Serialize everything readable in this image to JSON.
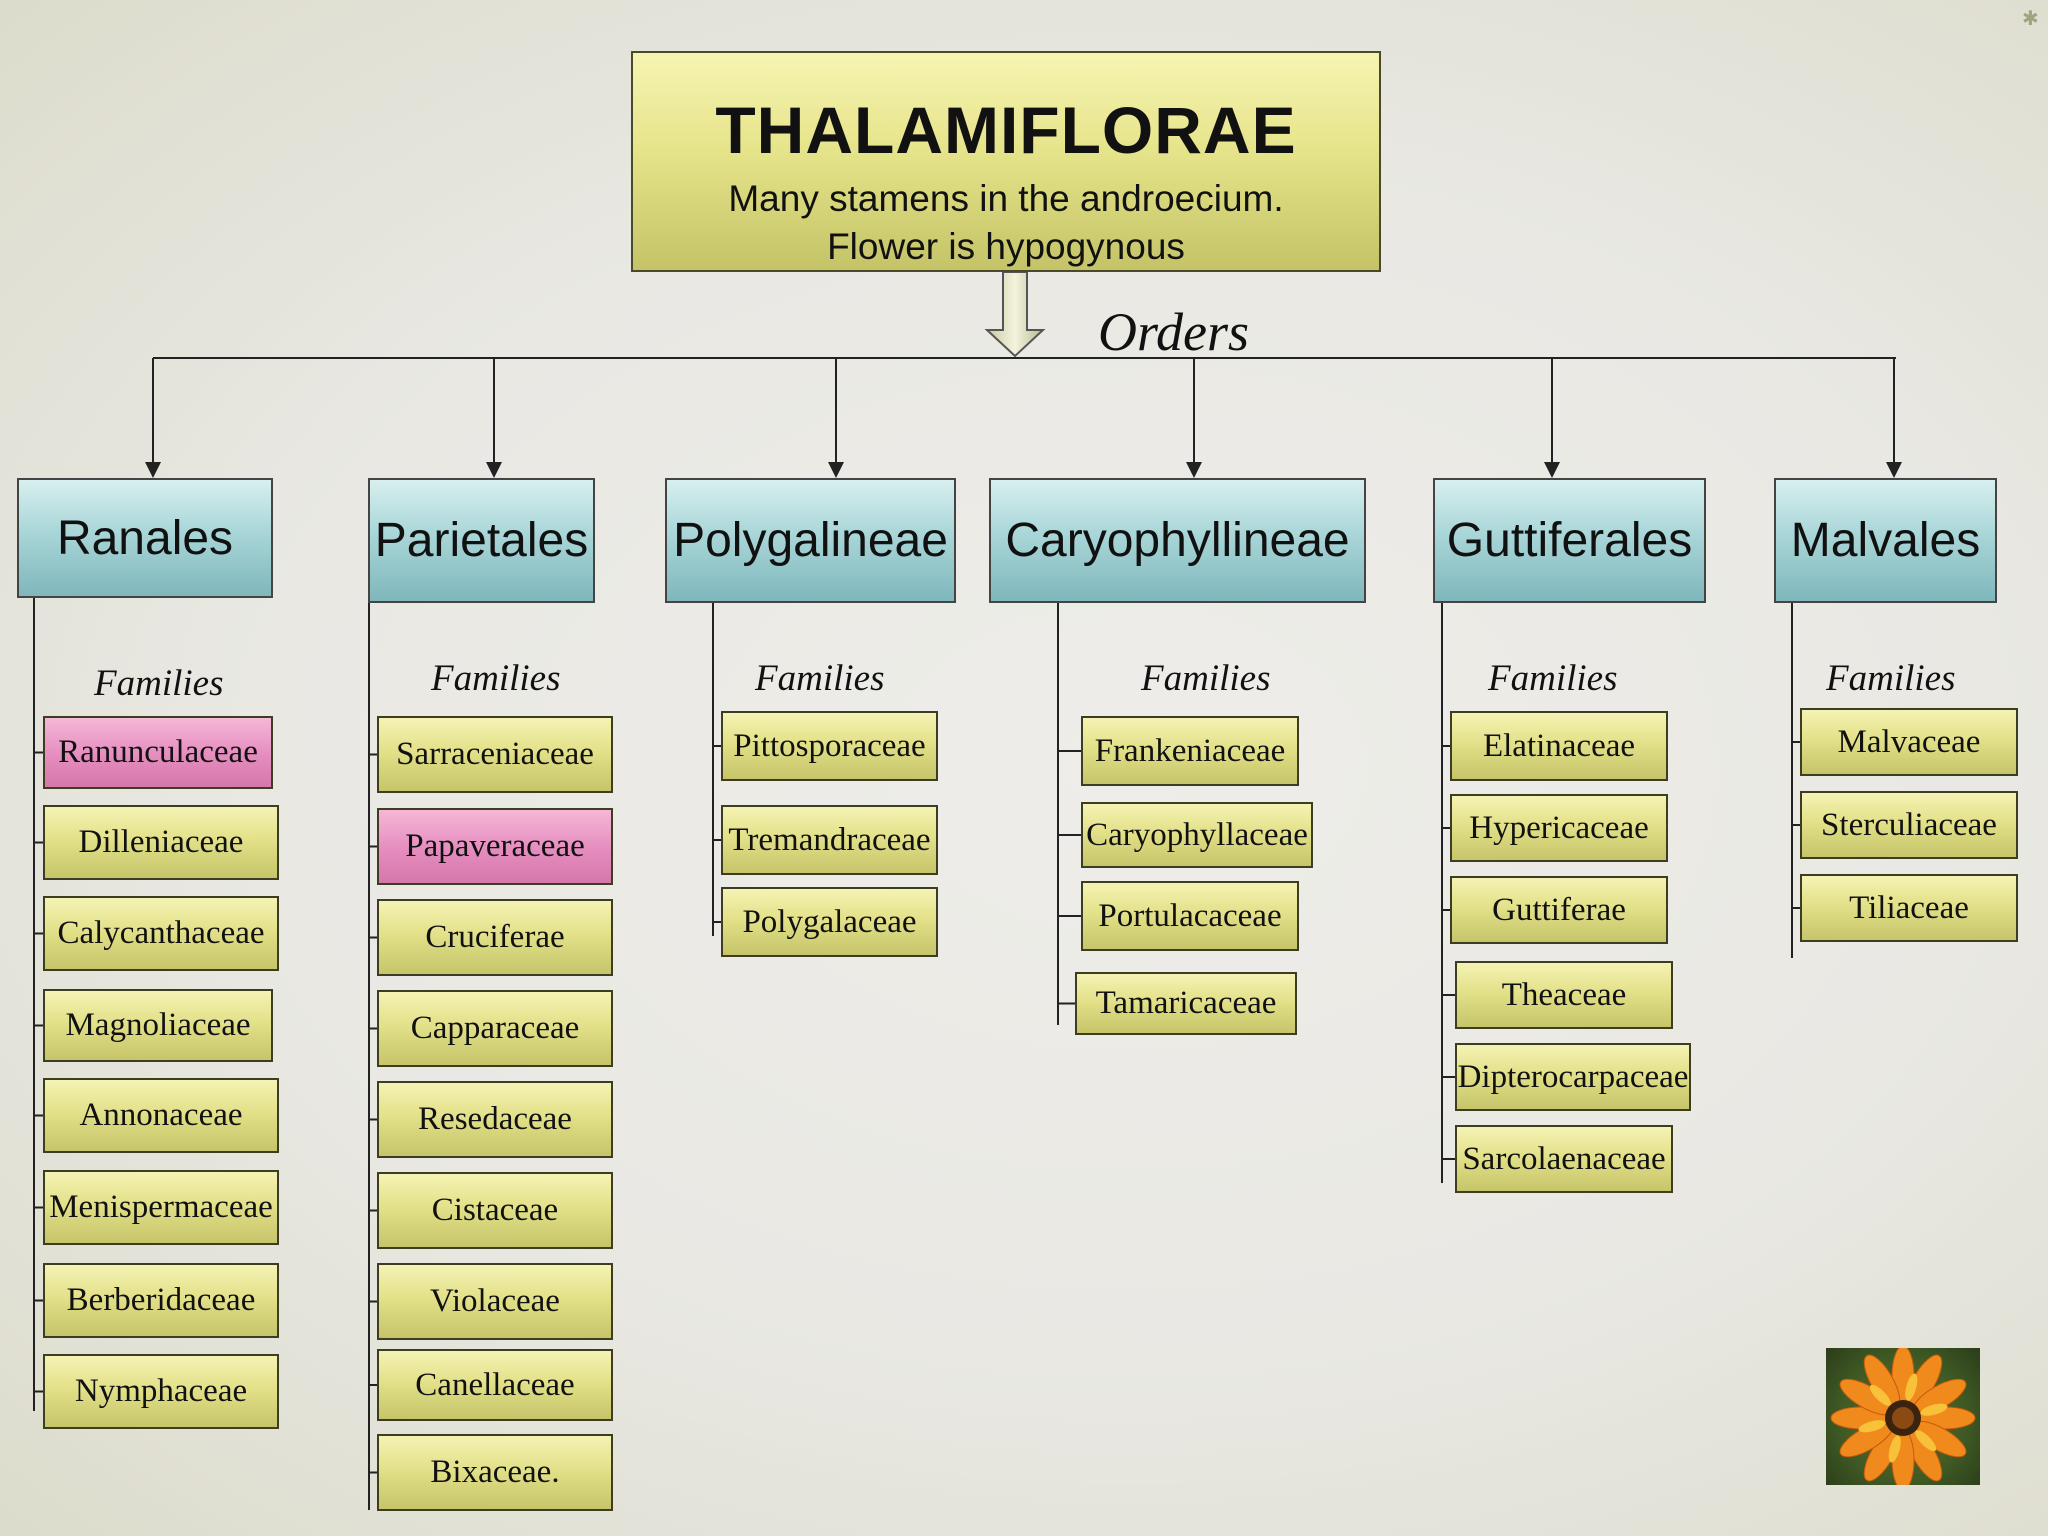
{
  "title": {
    "heading": "THALAMIFLORAE",
    "line1": "Many stamens in the androecium.",
    "line2": "Flower is hypogynous"
  },
  "orders_label": "Orders",
  "families_label": "Families",
  "colors": {
    "order_box": "#a9d6d8",
    "family_box": "#e3e189",
    "highlight_box": "#e58cbf",
    "title_box": "#e6e48a"
  },
  "orders": [
    {
      "name": "Ranales",
      "families": [
        {
          "name": "Ranunculaceae",
          "highlight": true
        },
        {
          "name": "Dilleniaceae"
        },
        {
          "name": "Calycanthaceae"
        },
        {
          "name": "Magnoliaceae"
        },
        {
          "name": "Annonaceae"
        },
        {
          "name": "Menispermaceae"
        },
        {
          "name": "Berberidaceae"
        },
        {
          "name": "Nymphaceae"
        }
      ]
    },
    {
      "name": "Parietales",
      "families": [
        {
          "name": "Sarraceniaceae"
        },
        {
          "name": "Papaveraceae",
          "highlight": true
        },
        {
          "name": "Cruciferae"
        },
        {
          "name": "Capparaceae"
        },
        {
          "name": "Resedaceae"
        },
        {
          "name": "Cistaceae"
        },
        {
          "name": "Violaceae"
        },
        {
          "name": "Canellaceae"
        },
        {
          "name": "Bixaceae."
        }
      ]
    },
    {
      "name": "Polygalineae",
      "families": [
        {
          "name": "Pittosporaceae"
        },
        {
          "name": "Tremandraceae"
        },
        {
          "name": "Polygalaceae"
        }
      ]
    },
    {
      "name": "Caryophyllineae",
      "families": [
        {
          "name": "Frankeniaceae"
        },
        {
          "name": "Caryophyllaceae"
        },
        {
          "name": "Portulacaceae"
        },
        {
          "name": "Tamaricaceae"
        }
      ]
    },
    {
      "name": "Guttiferales",
      "families": [
        {
          "name": "Elatinaceae"
        },
        {
          "name": "Hypericaceae"
        },
        {
          "name": "Guttiferae"
        },
        {
          "name": "Theaceae"
        },
        {
          "name": "Dipterocarpaceae"
        },
        {
          "name": "Sarcolaenaceae"
        }
      ]
    },
    {
      "name": "Malvales",
      "families": [
        {
          "name": "Malvaceae"
        },
        {
          "name": "Sterculiaceae"
        },
        {
          "name": "Tiliaceae"
        }
      ]
    }
  ],
  "image": {
    "icon": "flower-photo"
  }
}
